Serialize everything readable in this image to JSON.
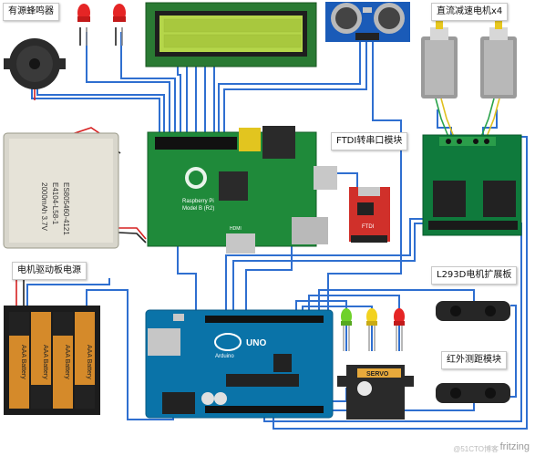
{
  "labels": {
    "buzzer": "有源蜂鸣器",
    "motors": "直流减速电机x4",
    "ftdi": "FTDI转串口模块",
    "motor_power": "电机驱动板电源",
    "l293d": "L293D电机扩展板",
    "ir_module": "红外测距模块"
  },
  "components": {
    "battery_label_line1": "ES805460-4121",
    "battery_label_line2": "E4104-L58-1",
    "battery_label_line3": "2000mAh 3.7V",
    "rpi_label_line1": "Raspberry Pi",
    "rpi_label_line2": "Model B (R2)",
    "aaa_battery": "AAA Battery",
    "arduino_brand": "Arduino",
    "arduino_model": "UNO",
    "servo_label": "SERVO",
    "ftdi_board_text": "FTDI",
    "hdmi_text": "HDMI"
  },
  "watermark": "fritzing",
  "watermark_sub": "@51CTO博客",
  "colors": {
    "wire_blue": "#2f6fd0",
    "pcb_green": "#1f8a3a",
    "arduino_blue": "#0a73a8",
    "driver_green": "#0f7a3c",
    "ftdi_red": "#d0302a",
    "lcd_green": "#b5d64a"
  },
  "icons": [
    "buzzer-icon",
    "led-red-icon",
    "lcd-icon",
    "ultrasonic-sensor-icon",
    "dc-motor-icon",
    "battery-pack-icon",
    "raspberry-pi-icon",
    "ftdi-module-icon",
    "motor-driver-icon",
    "aaa-battery-holder-icon",
    "arduino-uno-icon",
    "led-green-icon",
    "led-yellow-icon",
    "servo-icon",
    "ir-distance-sensor-icon"
  ]
}
